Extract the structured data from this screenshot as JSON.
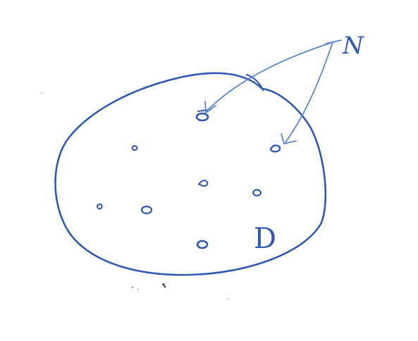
{
  "diagram": {
    "labels": {
      "region": "D",
      "points_set": "N"
    },
    "colors": {
      "ink": "#2f59b2",
      "ink_light": "#5b86d0",
      "background": "#ffffff"
    },
    "point_count": 8,
    "arrow_count": 2
  }
}
